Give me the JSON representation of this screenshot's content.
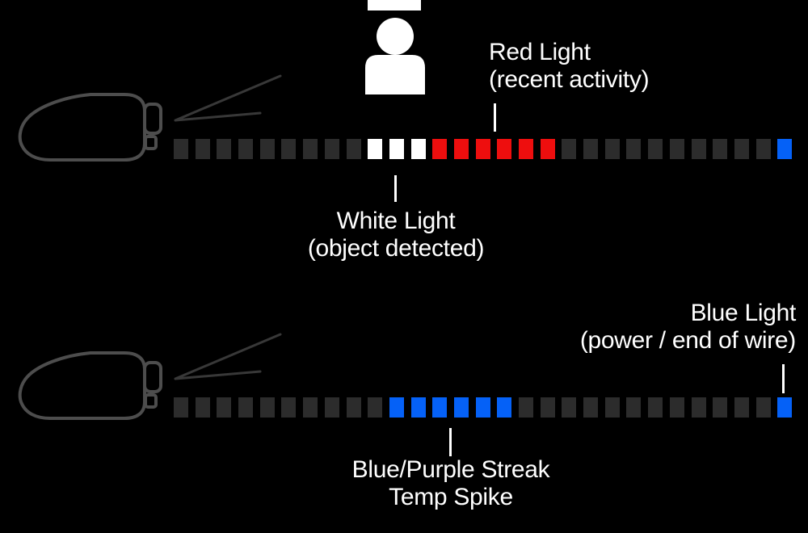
{
  "scene": {
    "background": "#000000",
    "squares_per_strip": 29
  },
  "colors": {
    "off": "#2c2c2c",
    "white": "#ffffff",
    "red": "#ee0e0e",
    "blue": "#0561f7",
    "device_outline": "#4d4d4d",
    "beam": "#383838",
    "text": "#ffffff"
  },
  "icons": {
    "device": "sensor-device-outline",
    "beam": "field-of-view-lines",
    "person": "person-silhouette",
    "top_clip": "clipped-white-shape"
  },
  "labels": {
    "red_light": {
      "line1": "Red Light",
      "line2": "(recent activity)"
    },
    "white_light": {
      "line1": "White Light",
      "line2": "(object detected)"
    },
    "blue_light": {
      "line1": "Blue Light",
      "line2": "(power / end of wire)"
    },
    "streak": {
      "line1": "Blue/Purple Streak",
      "line2": "Temp Spike"
    }
  },
  "strips": {
    "top": [
      "off",
      "off",
      "off",
      "off",
      "off",
      "off",
      "off",
      "off",
      "off",
      "white",
      "white",
      "white",
      "red",
      "red",
      "red",
      "red",
      "red",
      "red",
      "off",
      "off",
      "off",
      "off",
      "off",
      "off",
      "off",
      "off",
      "off",
      "off",
      "blue"
    ],
    "bottom": [
      "off",
      "off",
      "off",
      "off",
      "off",
      "off",
      "off",
      "off",
      "off",
      "off",
      "blue",
      "blue",
      "blue",
      "blue",
      "blue",
      "blue",
      "off",
      "off",
      "off",
      "off",
      "off",
      "off",
      "off",
      "off",
      "off",
      "off",
      "off",
      "off",
      "blue"
    ]
  }
}
